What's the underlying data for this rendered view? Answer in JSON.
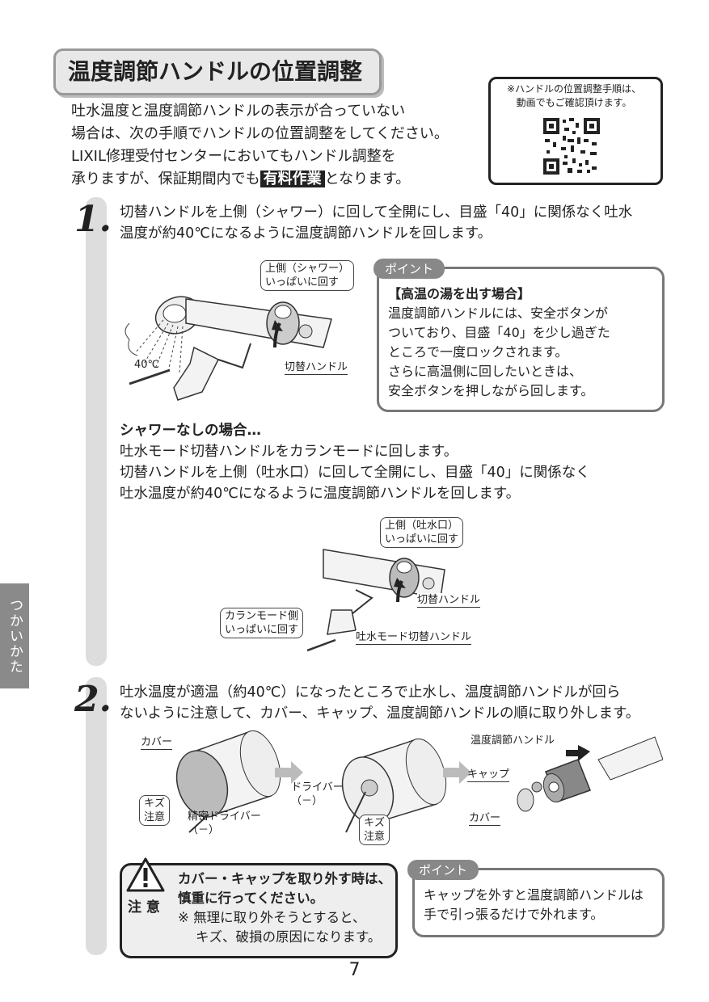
{
  "title": "温度調節ハンドルの位置調整",
  "intro": {
    "line1": "吐水温度と温度調節ハンドルの表示が合っていない",
    "line2": "場合は、次の手順でハンドルの位置調整をしてください。",
    "line3": "LIXIL修理受付センターにおいてもハンドル調整を",
    "line4a": "承りますが、保証期間内でも",
    "paid": "有料作業",
    "line4b": "となります。"
  },
  "qr": {
    "line1": "※ハンドルの位置調整手順は、",
    "line2": "動画でもご確認頂けます。"
  },
  "step1": {
    "num": "1.",
    "line1": "切替ハンドルを上側（シャワー）に回して全開にし、目盛「40」に関係なく吐水",
    "line2": "温度が約40℃になるように温度調節ハンドルを回します。",
    "callout_up1": "上側（シャワー）",
    "callout_up2": "いっぱいに回す",
    "label_40": "40℃",
    "label_switch": "切替ハンドル",
    "point": {
      "tag": "ポイント",
      "heading": "【高温の湯を出す場合】",
      "l1": "温度調節ハンドルには、安全ボタンが",
      "l2": "ついており、目盛「40」を少し過ぎた",
      "l3": "ところで一度ロックされます。",
      "l4": "さらに高温側に回したいときは、",
      "l5": "安全ボタンを押しながら回します。"
    },
    "noshower": {
      "heading": "シャワーなしの場合…",
      "l1": "吐水モード切替ハンドルをカランモードに回します。",
      "l2": "切替ハンドルを上側（吐水口）に回して全開にし、目盛「40」に関係なく",
      "l3": "吐水温度が約40℃になるように温度調節ハンドルを回します。"
    },
    "callout_spout1": "上側（吐水口）",
    "callout_spout2": "いっぱいに回す",
    "label_switch2": "切替ハンドル",
    "callout_karan1": "カランモード側",
    "callout_karan2": "いっぱいに回す",
    "label_mode": "吐水モード切替ハンドル"
  },
  "side_tab": "つかいかた",
  "step2": {
    "num": "2.",
    "line1": "吐水温度が適温（約40℃）になったところで止水し、温度調節ハンドルが回ら",
    "line2": "ないように注意して、カバー、キャップ、温度調節ハンドルの順に取り外します。",
    "label_cover": "カバー",
    "label_kizu1": "キズ",
    "label_kizu2": "注意",
    "label_precision1": "精密ドライバー",
    "label_precision2": "（－）",
    "label_driver1": "ドライバー",
    "label_driver2": "（－）",
    "label_kizu3": "キズ",
    "label_kizu4": "注意",
    "label_handle": "温度調節ハンドル",
    "label_cap": "キャップ",
    "label_cover2": "カバー"
  },
  "caution": {
    "label": "注 意",
    "l1": "カバー・キャップを取り外す時は、",
    "l2": "慎重に行ってください。",
    "l3": "※ 無理に取り外そうとすると、",
    "l4": "キズ、破損の原因になります。"
  },
  "point2": {
    "tag": "ポイント",
    "l1": "キャップを外すと温度調節ハンドルは",
    "l2": "手で引っ張るだけで外れます。"
  },
  "page_number": "7"
}
